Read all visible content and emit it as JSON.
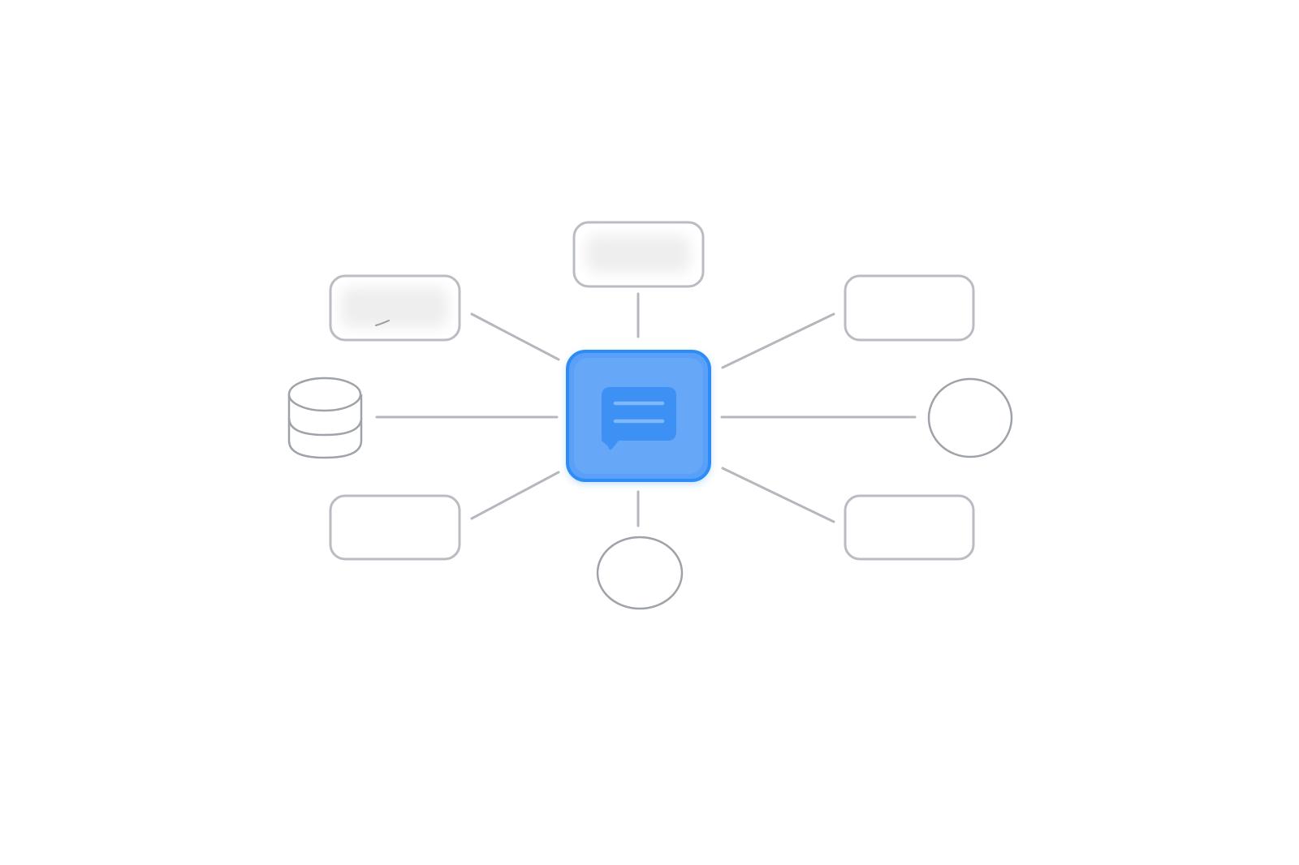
{
  "diagram": {
    "center": {
      "icon": "chat-bubble-icon",
      "fill_color": "#5aa0f8",
      "border_color": "#2f8cf6",
      "icon_color": "#3d90f4"
    },
    "node_outline_color": "#b9bcc2",
    "connector_color": "#b4b7bd",
    "nodes": [
      {
        "id": "top",
        "shape": "rounded-rect",
        "label": ""
      },
      {
        "id": "top-left",
        "shape": "rounded-rect",
        "label": ""
      },
      {
        "id": "top-right",
        "shape": "rounded-rect",
        "label": ""
      },
      {
        "id": "left",
        "shape": "database",
        "icon": "database-icon",
        "label": ""
      },
      {
        "id": "right",
        "shape": "circle",
        "label": ""
      },
      {
        "id": "bottom-left",
        "shape": "rounded-rect",
        "label": ""
      },
      {
        "id": "bottom-right",
        "shape": "rounded-rect",
        "label": ""
      },
      {
        "id": "bottom",
        "shape": "circle",
        "label": ""
      }
    ]
  }
}
